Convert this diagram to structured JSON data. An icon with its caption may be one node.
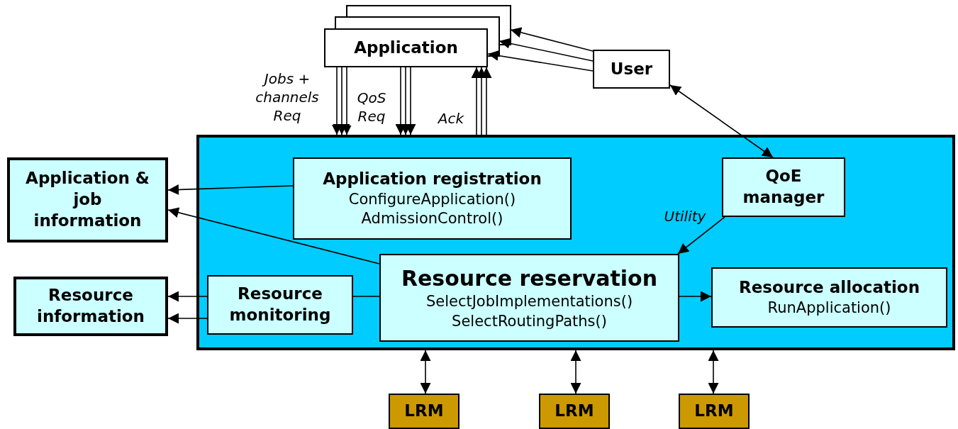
{
  "diagram": {
    "nodes": [
      {
        "text": [
          "Application"
        ]
      },
      {
        "text": [
          "User"
        ]
      },
      {
        "text": [],
        "shape": "box"
      },
      {
        "text": [
          "Application registration",
          "ConfigureApplication()",
          "AdmissionControl()"
        ],
        "in": 2
      },
      {
        "text": [
          "QoE manager"
        ],
        "in": 2
      },
      {
        "text": [
          "Resource reservation",
          "SelectJobImplementations()",
          "SelectRoutingPaths()"
        ],
        "in": 2
      },
      {
        "text": [
          "Resource monitoring"
        ],
        "in": 2
      },
      {
        "text": [
          "Resource allocation",
          "RunApplication()"
        ],
        "in": 2
      },
      {
        "text": [
          "Application & job information"
        ]
      },
      {
        "text": [
          "Resource information"
        ]
      },
      {
        "text": [
          "LRM"
        ]
      },
      {
        "text": [
          "LRM"
        ]
      },
      {
        "text": [
          "LRM"
        ]
      }
    ],
    "edges": [
      {
        "from": 0,
        "to": 2,
        "arrow": "to",
        "label": "Jobs + channels Req"
      },
      {
        "from": 0,
        "to": 2,
        "arrow": "to"
      },
      {
        "from": 0,
        "to": 2,
        "arrow": "to"
      },
      {
        "from": 0,
        "to": 2,
        "arrow": "to",
        "label": "QoS Req"
      },
      {
        "from": 0,
        "to": 2,
        "arrow": "to"
      },
      {
        "from": 0,
        "to": 2,
        "arrow": "to"
      },
      {
        "from": 2,
        "to": 0,
        "arrow": "to",
        "label": "Ack"
      },
      {
        "from": 2,
        "to": 0,
        "arrow": "to"
      },
      {
        "from": 2,
        "to": 0,
        "arrow": "to"
      },
      {
        "from": 1,
        "to": 0,
        "arrow": "to"
      },
      {
        "from": 1,
        "to": 0,
        "arrow": "to"
      },
      {
        "from": 1,
        "to": 0,
        "arrow": "to"
      },
      {
        "from": 1,
        "to": 4,
        "arrow": "both"
      },
      {
        "from": 3,
        "to": 8,
        "arrow": "to"
      },
      {
        "from": 5,
        "to": 8,
        "arrow": "to"
      },
      {
        "from": 4,
        "to": 5,
        "arrow": "to",
        "label": "Utility"
      },
      {
        "from": 6,
        "to": 9,
        "arrow": "to"
      },
      {
        "from": 6,
        "to": 9,
        "arrow": "to"
      },
      {
        "from": 5,
        "to": 6,
        "arrow": "none"
      },
      {
        "from": 5,
        "to": 7,
        "arrow": "to"
      },
      {
        "from": 2,
        "to": 10,
        "arrow": "both"
      },
      {
        "from": 2,
        "to": 11,
        "arrow": "both"
      },
      {
        "from": 2,
        "to": 12,
        "arrow": "both"
      }
    ]
  }
}
